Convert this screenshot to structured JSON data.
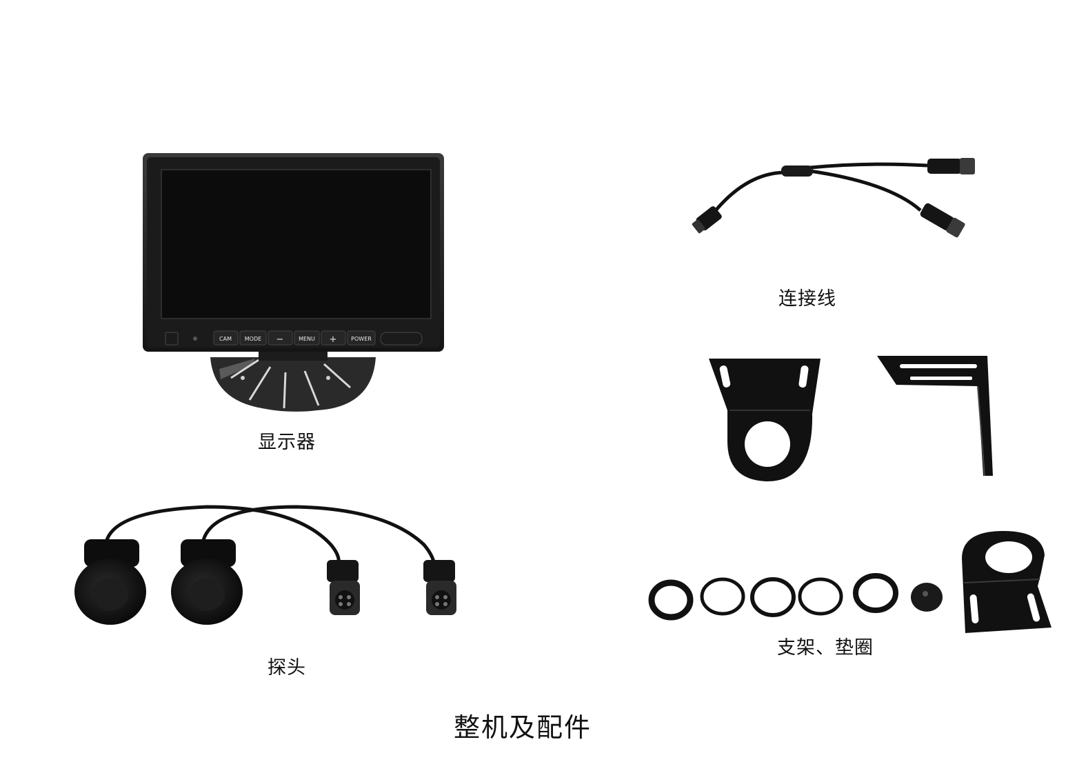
{
  "monitor": {
    "label": "显示器",
    "buttons": [
      "CAM",
      "MODE",
      "−",
      "MENU",
      "+",
      "POWER"
    ]
  },
  "cable": {
    "label": "连接线"
  },
  "probes": {
    "label": "探头"
  },
  "brackets": {
    "label": "支架、垫圈"
  },
  "page": {
    "title": "整机及配件"
  }
}
